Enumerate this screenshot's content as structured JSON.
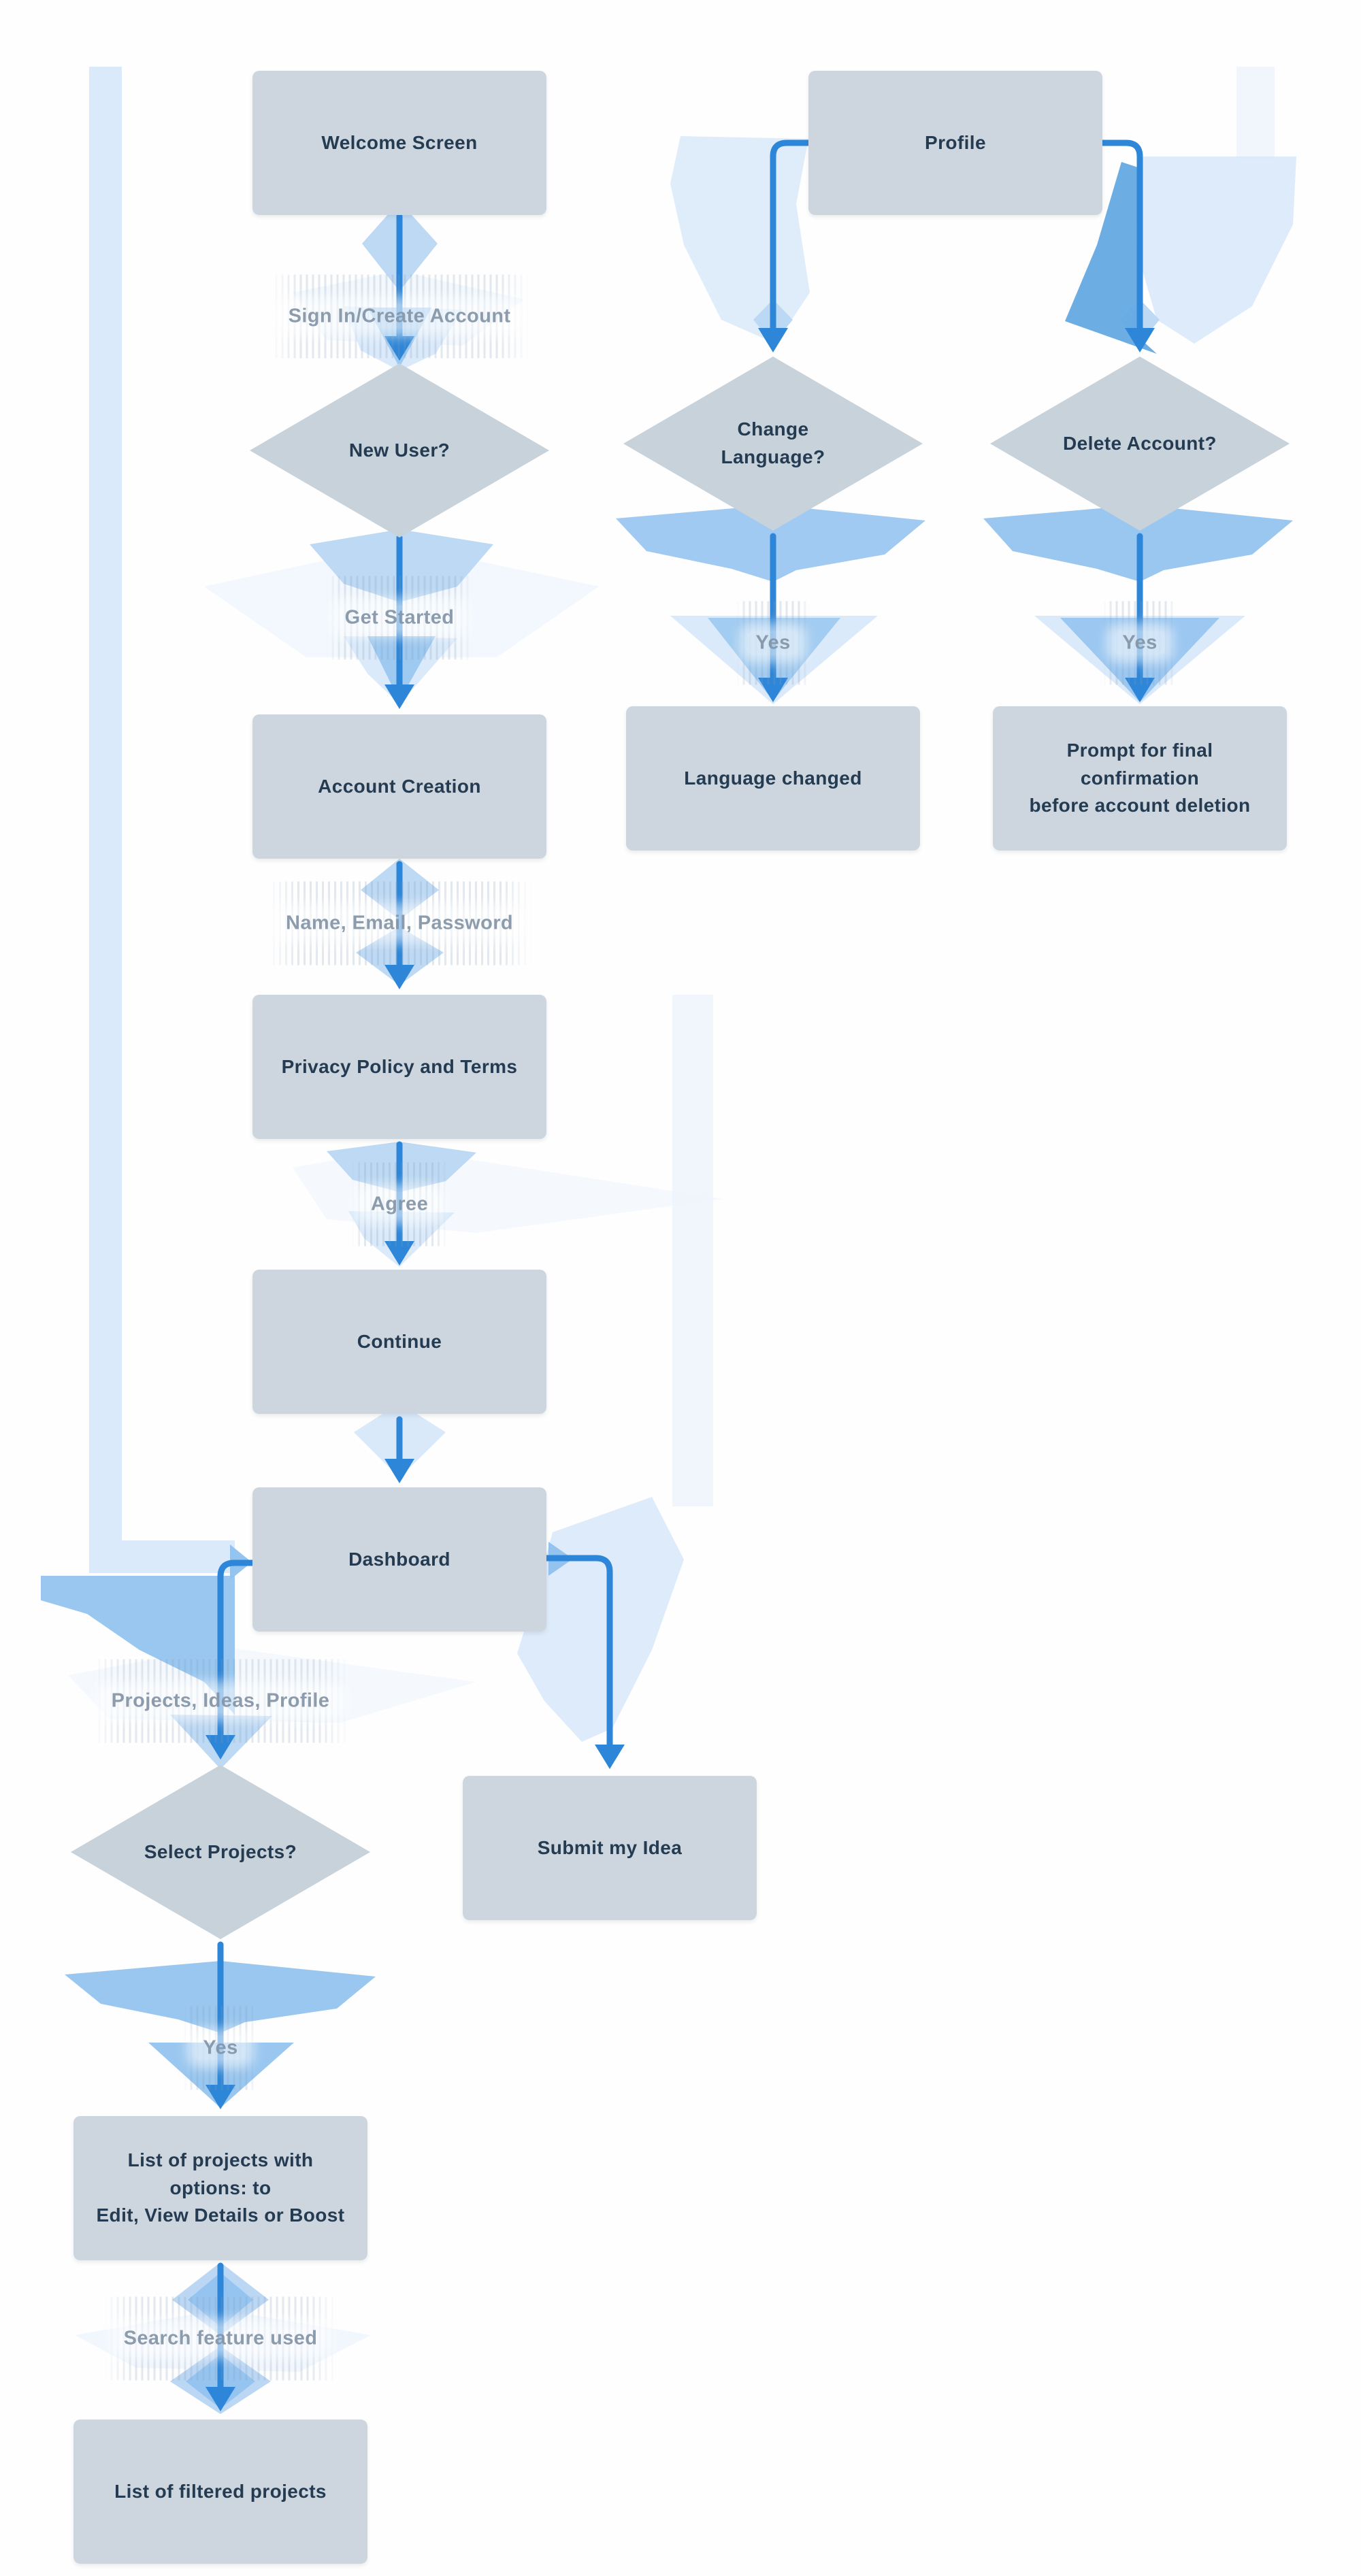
{
  "diagram": {
    "type": "flowchart",
    "nodes": {
      "welcome": {
        "label": "Welcome Screen",
        "shape": "rect"
      },
      "profile": {
        "label": "Profile",
        "shape": "rect"
      },
      "new_user": {
        "label": "New User?",
        "shape": "diamond"
      },
      "change_language": {
        "label": "Change\nLanguage?",
        "shape": "diamond"
      },
      "delete_account": {
        "label": "Delete Account?",
        "shape": "diamond"
      },
      "account_creation": {
        "label": "Account Creation",
        "shape": "rect"
      },
      "language_changed": {
        "label": "Language changed",
        "shape": "rect"
      },
      "prompt_confirm": {
        "label": "Prompt for final confirmation\nbefore account deletion",
        "shape": "rect"
      },
      "privacy_terms": {
        "label": "Privacy Policy and Terms",
        "shape": "rect"
      },
      "continue": {
        "label": "Continue",
        "shape": "rect"
      },
      "dashboard": {
        "label": "Dashboard",
        "shape": "rect"
      },
      "select_projects": {
        "label": "Select Projects?",
        "shape": "diamond"
      },
      "submit_idea": {
        "label": "Submit my Idea",
        "shape": "rect"
      },
      "projects_list": {
        "label": "List of projects with options: to\nEdit, View Details or Boost",
        "shape": "rect"
      },
      "filtered_projects": {
        "label": "List of filtered projects",
        "shape": "rect"
      }
    },
    "edge_labels": {
      "sign_in": "Sign In/Create Account",
      "get_started": "Get Started",
      "name_email_password": "Name, Email, Password",
      "agree": "Agree",
      "projects_ideas_profile": "Projects, Ideas, Profile",
      "yes_language": "Yes",
      "yes_delete": "Yes",
      "yes_select": "Yes",
      "search_feature": "Search feature used"
    },
    "edges": [
      {
        "from": "Welcome Screen",
        "to": "New User?",
        "label": "Sign In/Create Account"
      },
      {
        "from": "New User?",
        "to": "Account Creation",
        "label": "Get Started"
      },
      {
        "from": "Account Creation",
        "to": "Privacy Policy and Terms",
        "label": "Name, Email, Password"
      },
      {
        "from": "Privacy Policy and Terms",
        "to": "Continue",
        "label": "Agree"
      },
      {
        "from": "Continue",
        "to": "Dashboard",
        "label": ""
      },
      {
        "from": "Dashboard",
        "to": "Select Projects?",
        "label": "Projects, Ideas, Profile"
      },
      {
        "from": "Dashboard",
        "to": "Submit my Idea",
        "label": ""
      },
      {
        "from": "Select Projects?",
        "to": "List of projects with options: to Edit, View Details or Boost",
        "label": "Yes"
      },
      {
        "from": "List of projects with options: to Edit, View Details or Boost",
        "to": "List of filtered projects",
        "label": "Search feature used"
      },
      {
        "from": "Profile",
        "to": "Change Language?",
        "label": ""
      },
      {
        "from": "Profile",
        "to": "Delete Account?",
        "label": ""
      },
      {
        "from": "Change Language?",
        "to": "Language changed",
        "label": "Yes"
      },
      {
        "from": "Delete Account?",
        "to": "Prompt for final confirmation before account deletion",
        "label": "Yes"
      }
    ]
  },
  "colors": {
    "node_fill": "#cdd6de",
    "diamond_fill": "#c8d2db",
    "text": "#243b52",
    "label_text": "rgba(130,148,166,0.92)",
    "arrow": "#2e86d8",
    "wash_faint": "#eef5fc",
    "wash_pale": "#d7e8f9",
    "wash_light": "#b7d5f3",
    "wash_medium": "#8fc1ee",
    "wash_dark": "#64a9e3"
  }
}
